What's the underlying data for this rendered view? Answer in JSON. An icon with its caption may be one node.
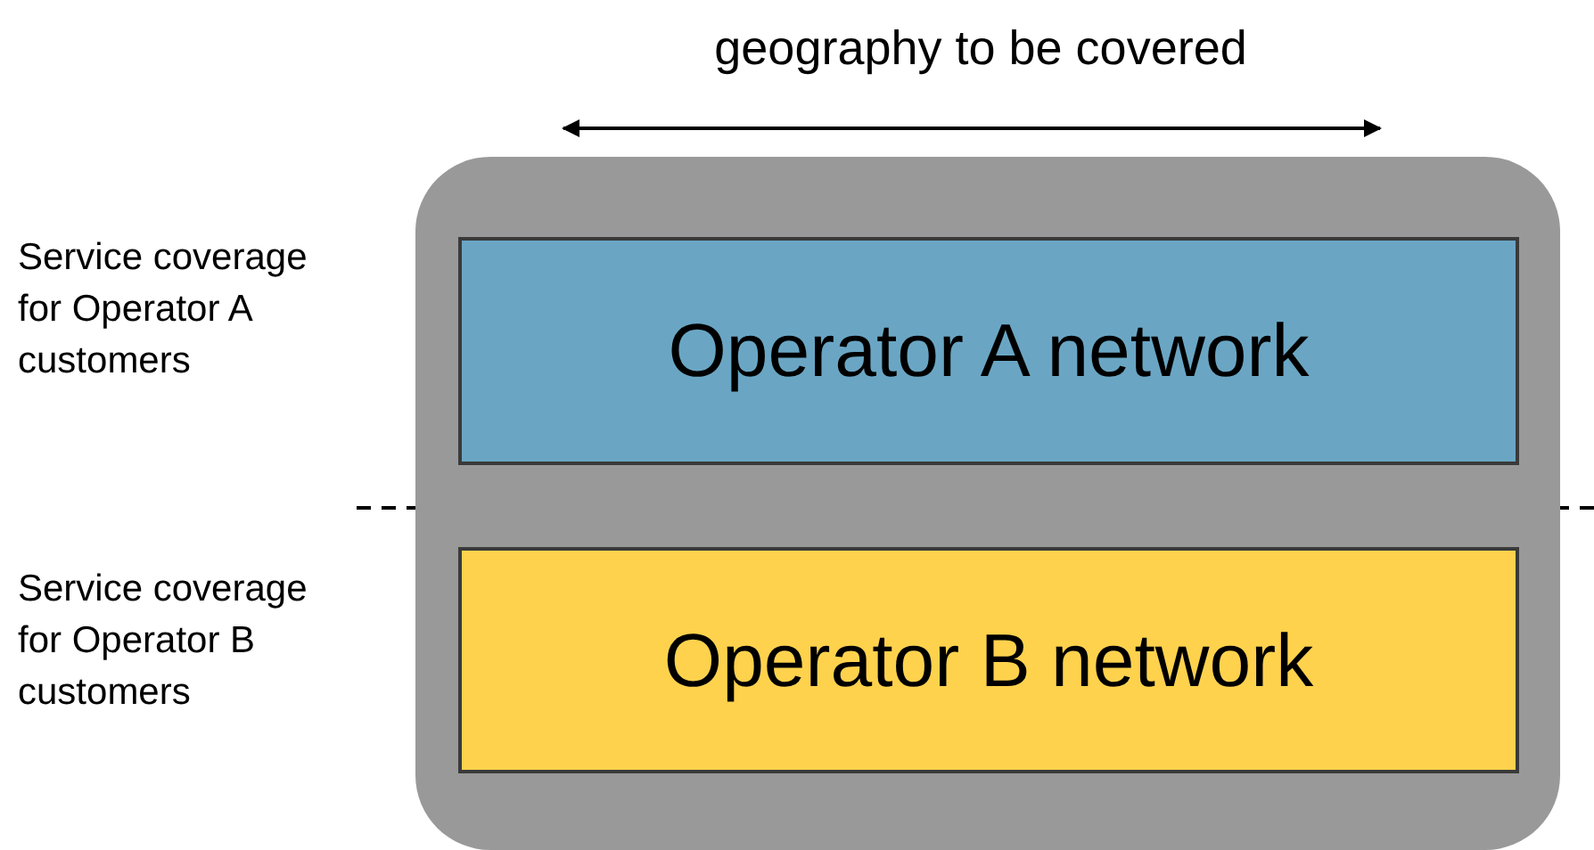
{
  "diagram": {
    "nodes": [
      {
        "text": [],
        "shape": "box"
      },
      {
        "text": [
          "Operator A network"
        ],
        "in": 0
      },
      {
        "text": [
          "Operator B network"
        ],
        "in": 0
      }
    ],
    "edges": [],
    "labels": [
      "geography to be covered",
      "Service coverage for Operator A customers",
      "Service coverage for Operator B customers"
    ]
  }
}
